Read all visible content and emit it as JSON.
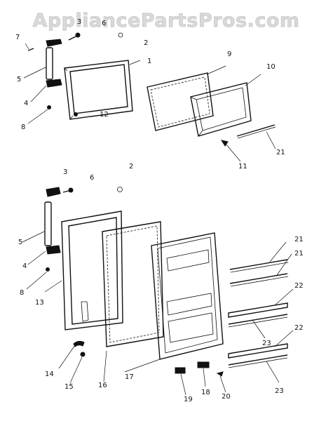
{
  "watermark": "AppliancePartsPros.com",
  "callouts": {
    "c1": "1",
    "c2": "2",
    "c2b": "2",
    "c3": "3",
    "c3b": "3",
    "c4": "4",
    "c4b": "4",
    "c5": "5",
    "c5b": "5",
    "c6": "6",
    "c6b": "6",
    "c7": "7",
    "c8": "8",
    "c8b": "8",
    "c9": "9",
    "c10": "10",
    "c11": "11",
    "c12": "12",
    "c13": "13",
    "c14": "14",
    "c15": "15",
    "c16": "16",
    "c17": "17",
    "c18": "18",
    "c19": "19",
    "c20": "20",
    "c21a": "21",
    "c21b": "21",
    "c21c": "21",
    "c22a": "22",
    "c22b": "22",
    "c23a": "23",
    "c23b": "23"
  }
}
